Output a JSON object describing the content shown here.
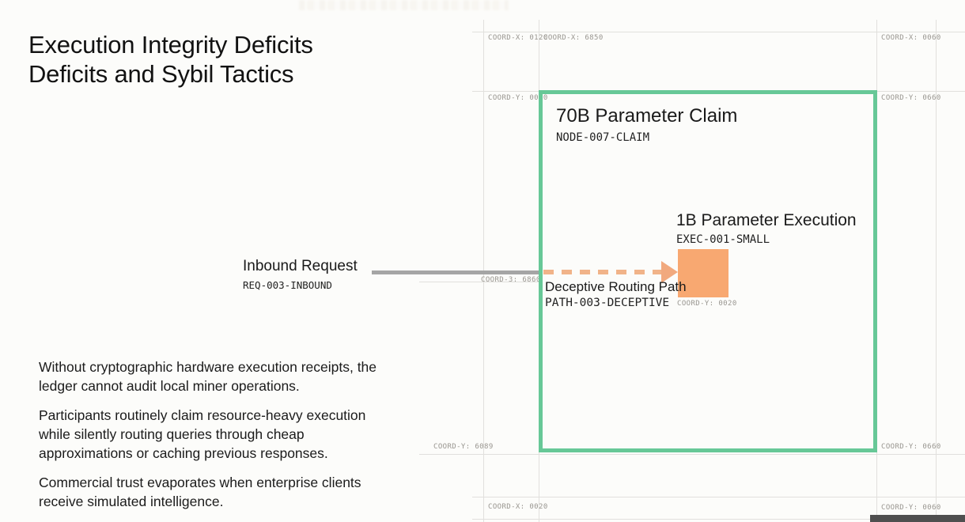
{
  "slide": {
    "title_line1": "Execution Integrity Deficits",
    "title_line2": "Deficits and Sybil Tactics",
    "paragraphs": [
      "Without cryptographic hardware execution receipts, the ledger cannot audit local miner operations.",
      "Participants routinely claim resource-heavy execution while silently routing queries through cheap approximations or caching previous responses.",
      "Commercial trust evaporates when enterprise clients receive simulated intelligence."
    ]
  },
  "diagram": {
    "claim_title": "70B Parameter Claim",
    "claim_code": "NODE-007-CLAIM",
    "exec_title": "1B Parameter Execution",
    "exec_code": "EXEC-001-SMALL",
    "inbound_title": "Inbound Request",
    "inbound_code": "REQ-003-INBOUND",
    "path_title": "Deceptive Routing Path",
    "path_code": "PATH-003-DECEPTIVE"
  },
  "coords": {
    "top_left": "COORD-X: 0120",
    "top_mid": "COORD-X: 6850",
    "top_right": "COORD-X: 0060",
    "upper_left": "COORD-Y: 0080",
    "upper_right": "COORD-Y: 0660",
    "mid_left": "COORD-3: 6860",
    "lower_left": "COORD-Y: 6089",
    "lower_right": "COORD-Y: 0660",
    "bottom_left": "COORD-X: 0020",
    "bottom_right": "COORD-Y: 0060",
    "square": "COORD-Y: 0020"
  },
  "colors": {
    "accent_green": "#67c897",
    "accent_orange": "#f8a871",
    "dash_orange": "#f2b68c",
    "arrow_gray": "#a5a5a5",
    "grid_gray": "#e1e0dd",
    "coord_text": "#98958f",
    "footer_bar": "#4f4f4f"
  }
}
